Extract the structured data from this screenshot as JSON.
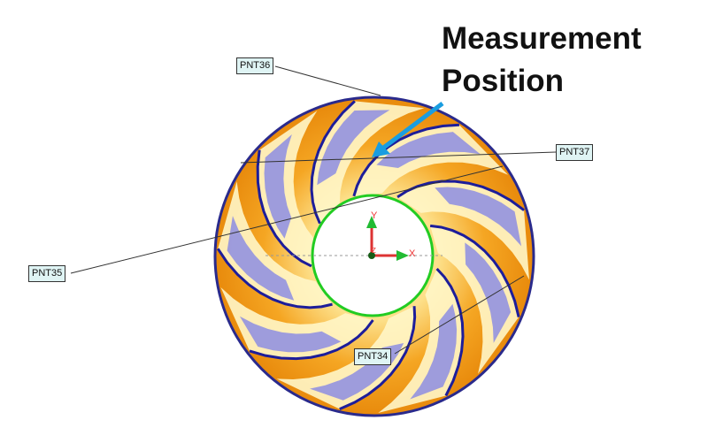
{
  "annotation": {
    "line1": "Measurement",
    "line2": "Position"
  },
  "points": [
    {
      "id": "pnt36",
      "label": "PNT36"
    },
    {
      "id": "pnt37",
      "label": "PNT37"
    },
    {
      "id": "pnt35",
      "label": "PNT35"
    },
    {
      "id": "pnt34",
      "label": "PNT34"
    }
  ],
  "axes": {
    "x": "X",
    "y": "Y",
    "z": "Z"
  },
  "colors": {
    "rim": "#2a2a8c",
    "hub": "#22cc22",
    "orange": "#f39a1a",
    "cream": "#fff6c8",
    "blue_region": "#7d80e8",
    "arrow": "#1a9de0"
  }
}
